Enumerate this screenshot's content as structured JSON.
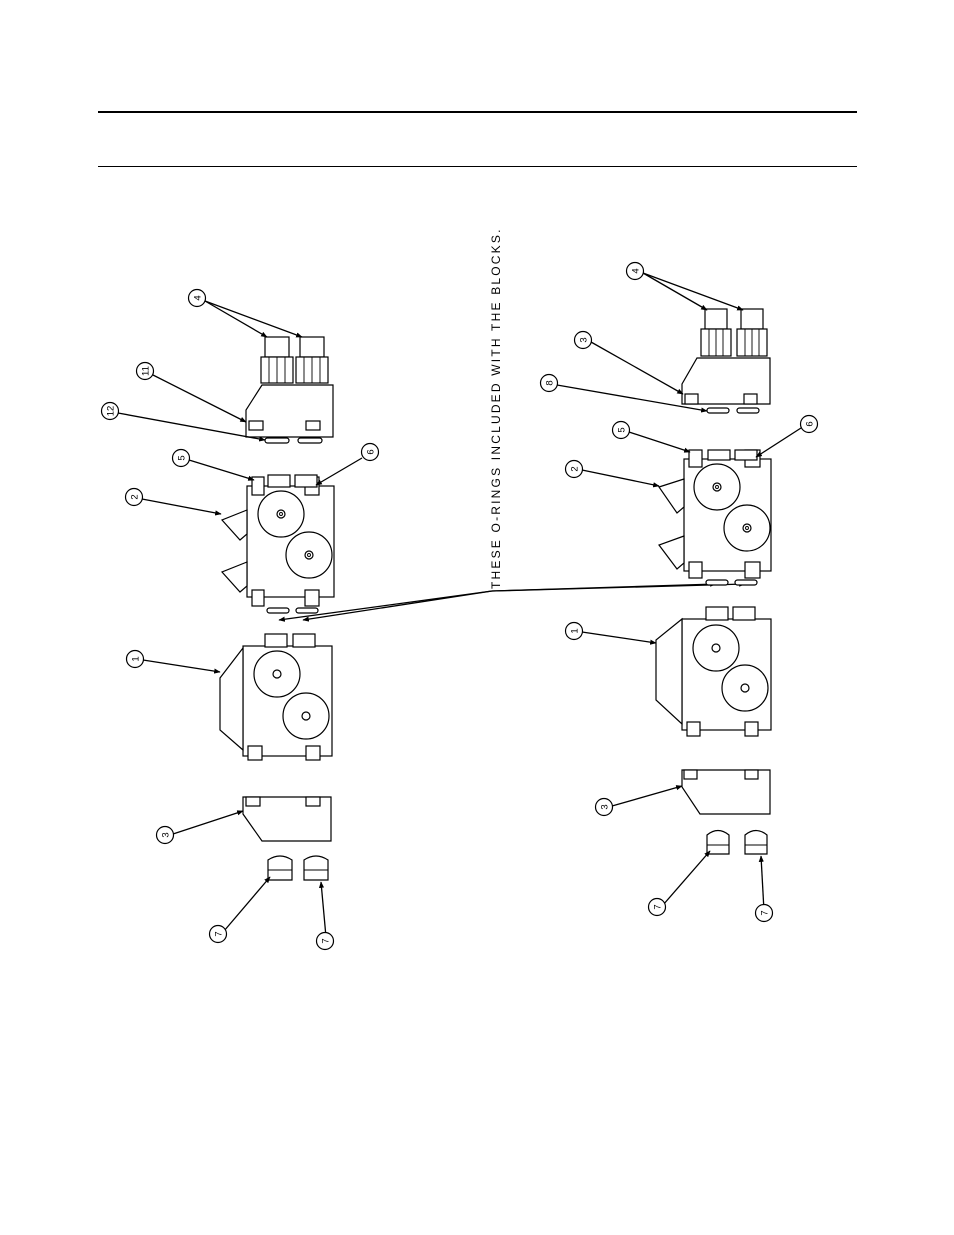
{
  "note_text": "THESE O-RINGS INCLUDED WITH THE BLOCKS.",
  "callouts": {
    "left": {
      "c4": "4",
      "c11": "11",
      "c12": "12",
      "c5": "5",
      "c6": "6",
      "c2": "2",
      "c1": "1",
      "c3": "3",
      "c7a": "7",
      "c7b": "7"
    },
    "right": {
      "c4": "4",
      "c3a": "3",
      "c8": "8",
      "c5": "5",
      "c6": "6",
      "c2": "2",
      "c1": "1",
      "c3b": "3",
      "c7a": "7",
      "c7b": "7"
    }
  }
}
